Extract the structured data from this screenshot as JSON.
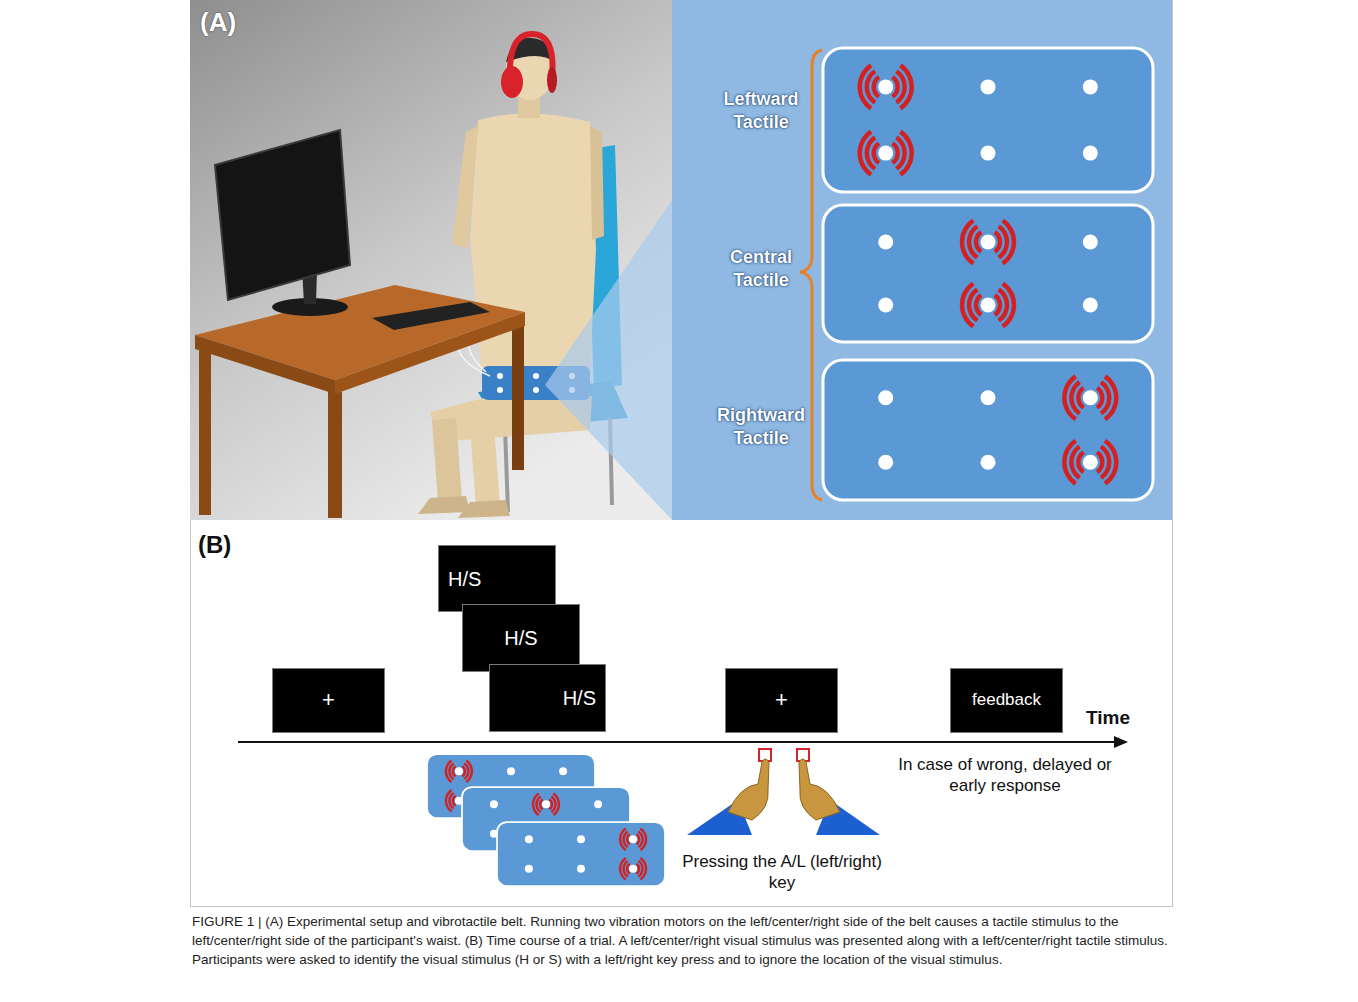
{
  "diagram": {
    "caption": "FIGURE 1 | (A) Experimental setup and vibrotactile belt. Running two vibration motors on the left/center/right side of the belt causes a tactile stimulus to the left/center/right side of the participant's waist. (B) Time course of a trial. A left/center/right visual stimulus was presented along with a left/center/right tactile stimulus. Participants were asked to identify the visual stimulus (H or S) with a left/right key press and to ignore the location of the visual stimulus.",
    "nodes": [
      {
        "text": [
          "+"
        ]
      },
      {
        "text": [
          "H/S"
        ]
      },
      {
        "text": [
          "H/S"
        ]
      },
      {
        "text": [
          "H/S"
        ]
      },
      {
        "text": [
          "+"
        ]
      },
      {
        "text": [
          "feedback"
        ]
      }
    ],
    "labels": [
      "(A)",
      "Leftward Tactile",
      "Central Tactile",
      "Rightward Tactile",
      "(B)",
      "Time",
      "Pressing the A/L (left/right) key",
      "In case of wrong, delayed or early response"
    ]
  }
}
